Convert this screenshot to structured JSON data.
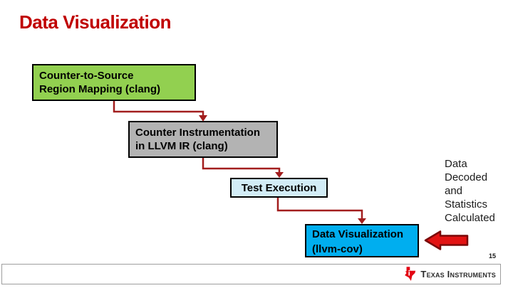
{
  "slide": {
    "title": "Data Visualization",
    "page_number": "15"
  },
  "flowchart": {
    "boxes": [
      {
        "name": "counter-to-source",
        "label": "Counter-to-Source\nRegion Mapping (clang)",
        "fill": "#92D050"
      },
      {
        "name": "counter-instrumentation",
        "label": "Counter Instrumentation\nin LLVM IR (clang)",
        "fill": "#B3B3B3"
      },
      {
        "name": "test-execution",
        "label": "Test Execution",
        "fill": "#D2ECF6"
      },
      {
        "name": "data-visualization",
        "label": "Data Visualization\n(llvm-cov)",
        "fill": "#00AEEF"
      }
    ],
    "annotation": "Data\nDecoded\nand\nStatistics\nCalculated",
    "connector_color": "#A21E1E",
    "block_arrow": {
      "icon": "left-block-arrow",
      "fill": "#E21313",
      "stroke": "#7A0808"
    }
  },
  "footer": {
    "brand": "Texas Instruments",
    "logo": "ti-texas-logo"
  },
  "colors": {
    "title_red": "#C00000"
  }
}
